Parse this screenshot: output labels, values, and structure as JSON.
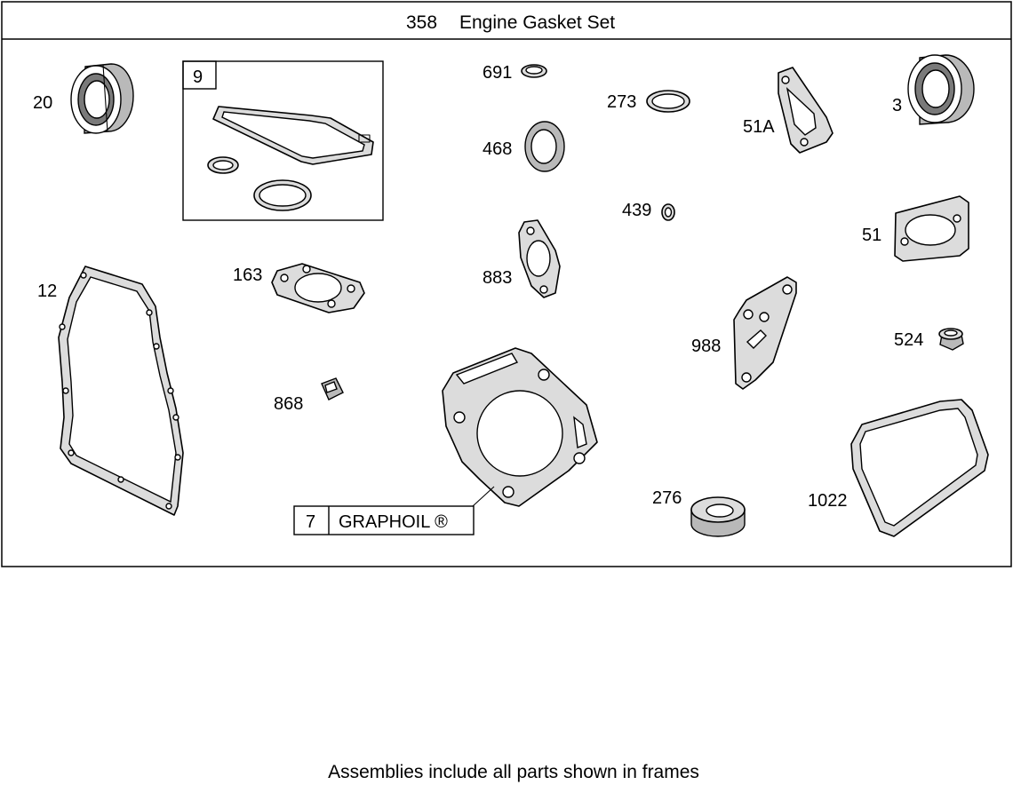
{
  "header": {
    "number": "358",
    "title": "Engine Gasket Set"
  },
  "frames": {
    "kit_9": {
      "label": "9"
    },
    "graphoil": {
      "number": "7",
      "label": "GRAPHOIL ®"
    }
  },
  "parts": {
    "p20": "20",
    "p691": "691",
    "p273": "273",
    "p51A": "51A",
    "p3": "3",
    "p468": "468",
    "p439": "439",
    "p51": "51",
    "p12": "12",
    "p163": "163",
    "p883": "883",
    "p988": "988",
    "p524": "524",
    "p868": "868",
    "p276": "276",
    "p1022": "1022"
  },
  "footer": {
    "note": "Assemblies include all parts shown in frames"
  }
}
